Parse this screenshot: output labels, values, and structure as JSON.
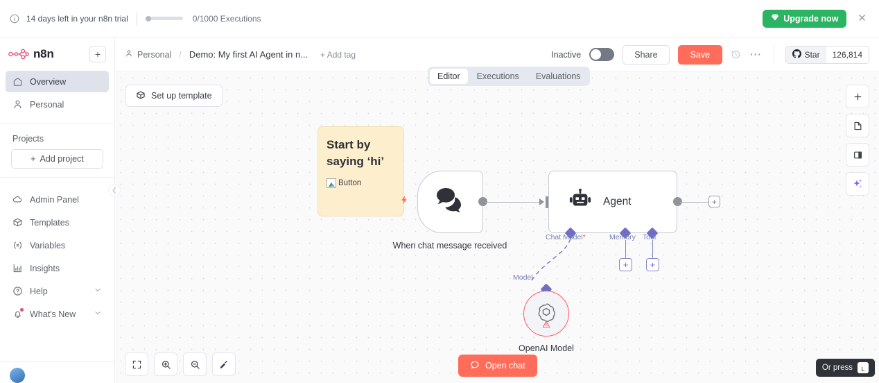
{
  "banner": {
    "info_icon": "info-circle-icon",
    "text": "14 days left in your n8n trial",
    "executions_label": "0/1000 Executions",
    "progress_percent": 0,
    "upgrade_label": "Upgrade now",
    "upgrade_icon": "gem-icon",
    "upgrade_color": "#2bb563",
    "close_icon": "close-icon"
  },
  "sidebar": {
    "brand": "n8n",
    "add_icon": "plus-icon",
    "items": [
      {
        "label": "Overview",
        "icon": "home-icon",
        "active": true
      },
      {
        "label": "Personal",
        "icon": "user-icon",
        "active": false
      }
    ],
    "projects_title": "Projects",
    "add_project_label": "Add project",
    "bottom_items": [
      {
        "label": "Admin Panel",
        "icon": "cloud-icon",
        "chevron": false
      },
      {
        "label": "Templates",
        "icon": "box-icon",
        "chevron": false
      },
      {
        "label": "Variables",
        "icon": "variable-icon",
        "chevron": false
      },
      {
        "label": "Insights",
        "icon": "bar-chart-icon",
        "chevron": false
      },
      {
        "label": "Help",
        "icon": "question-circle-icon",
        "chevron": true
      },
      {
        "label": "What's New",
        "icon": "bell-icon",
        "chevron": true
      }
    ],
    "collapse_icon": "chevron-left-icon"
  },
  "header": {
    "breadcrumb_project": "Personal",
    "breadcrumb_sep": "/",
    "workflow_name": "Demo: My first AI Agent in n...",
    "add_tag_label": "+ Add tag",
    "active_state_label": "Inactive",
    "active_state_on": false,
    "share_label": "Share",
    "save_label": "Save",
    "save_color": "#ff6d5a",
    "history_icon": "history-icon",
    "more_icon": "more-horizontal-icon",
    "star_label": "Star",
    "star_icon": "github-icon",
    "star_count": "126,814"
  },
  "tabs": [
    {
      "label": "Editor",
      "active": true
    },
    {
      "label": "Executions",
      "active": false
    },
    {
      "label": "Evaluations",
      "active": false
    }
  ],
  "canvas": {
    "setup_template_label": "Set up template",
    "setup_template_icon": "box-icon",
    "sticky_note": {
      "heading": "Start by saying ‘hi’",
      "image_alt": "Button",
      "bolt_icon": "lightning-bolt-icon",
      "color": "#fdeecd"
    },
    "nodes": [
      {
        "id": "trigger",
        "label": "When chat message received",
        "icon": "chat-bubbles-icon"
      },
      {
        "id": "agent",
        "label": "Agent",
        "icon": "robot-icon"
      },
      {
        "id": "openai",
        "label": "OpenAI Model",
        "icon": "openai-icon",
        "status": "error",
        "status_icon": "warning-triangle-icon",
        "border_color": "#ff5a5f"
      }
    ],
    "sub_ports": [
      {
        "label": "Chat Model",
        "required": true,
        "required_mark": "*",
        "connected": true
      },
      {
        "label": "Memory",
        "required": false,
        "required_mark": "",
        "connected": false
      },
      {
        "label": "Tool",
        "required": false,
        "required_mark": "",
        "connected": false
      }
    ],
    "model_connector_label": "Model",
    "output_plus": "+",
    "bottom_tools": [
      {
        "name": "fit-view",
        "icon": "fit-screen-icon"
      },
      {
        "name": "zoom-in",
        "icon": "zoom-in-icon"
      },
      {
        "name": "zoom-out",
        "icon": "zoom-out-icon"
      },
      {
        "name": "reset-zoom",
        "icon": "tidy-up-icon"
      }
    ],
    "right_tools": [
      {
        "name": "add-node",
        "icon": "plus-icon"
      },
      {
        "name": "add-sticky-note",
        "icon": "note-icon"
      },
      {
        "name": "toggle-panel",
        "icon": "panel-icon"
      },
      {
        "name": "ai-assistant",
        "icon": "sparkle-icon"
      }
    ],
    "open_chat_label": "Open chat",
    "open_chat_icon": "chat-icon",
    "press_hint_text": "Or press",
    "press_hint_key": "L"
  }
}
